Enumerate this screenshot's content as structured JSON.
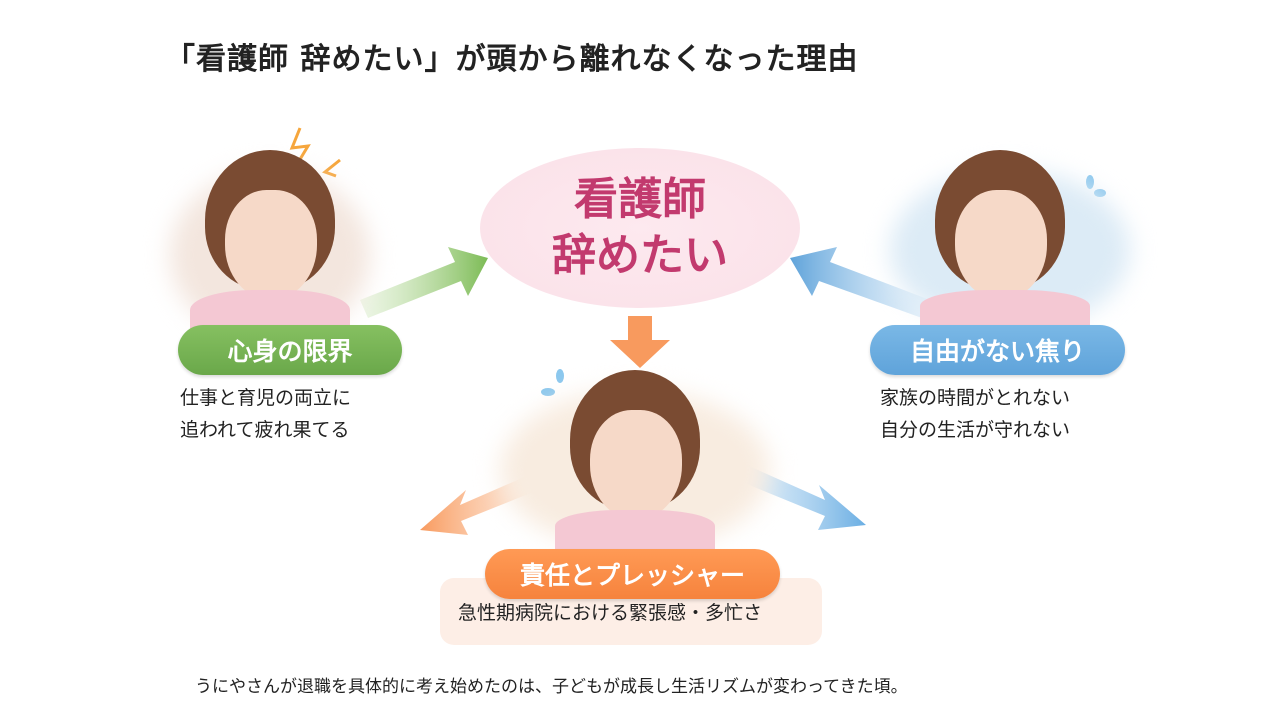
{
  "title": "「看護師 辞めたい」が頭から離れなくなった理由",
  "center": {
    "line1": "看護師",
    "line2": "辞めたい"
  },
  "left": {
    "label": "心身の限界",
    "lines": [
      "仕事と育児の両立に",
      "追われて疲れ果てる"
    ]
  },
  "right": {
    "label": "自由がない焦り",
    "lines": [
      "家族の時間がとれない",
      "自分の生活が守れない"
    ]
  },
  "bottom": {
    "label": "責任とプレッシャー",
    "desc": "急性期病院における緊張感・多忙さ"
  },
  "footer": "うにやさんが退職を具体的に考え始めたのは、子どもが成長し生活リズムが変わってきた頃。",
  "colors": {
    "green": "#6aa84a",
    "blue": "#5fa3da",
    "orange": "#f6833d",
    "pink": "#c23a6e"
  }
}
